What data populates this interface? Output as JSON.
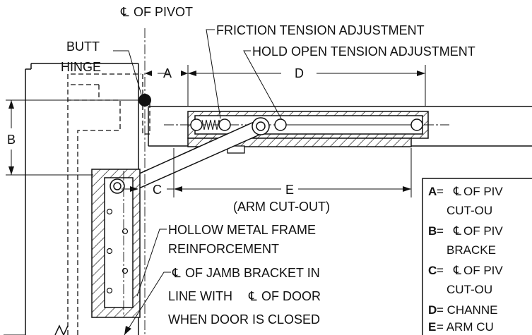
{
  "labels": {
    "pivot_cl": "OF PIVOT",
    "butt_hinge_1": "BUTT",
    "butt_hinge_2": "HINGE",
    "friction": "FRICTION TENSION ADJUSTMENT",
    "hold_open": "HOLD OPEN TENSION ADJUSTMENT",
    "dim_a": "A",
    "dim_b": "B",
    "dim_c": "C",
    "dim_d": "D",
    "dim_e": "E",
    "arm_cutout": "(ARM CUT-OUT)",
    "hollow_1": "HOLLOW METAL FRAME",
    "hollow_2": "REINFORCEMENT",
    "jamb_1": "OF JAMB BRACKET IN",
    "jamb_2": "LINE WITH",
    "jamb_2b": "OF DOOR",
    "jamb_3": "WHEN DOOR IS CLOSED"
  },
  "legend": [
    {
      "key": "A",
      "line1": " = ",
      "sym": "℄",
      "rest": " OF PIV",
      "line2": "CUT-OU"
    },
    {
      "key": "B",
      "line1": " = ",
      "sym": "℄",
      "rest": " OF PIV",
      "line2": "BRACKE"
    },
    {
      "key": "C",
      "line1": " = ",
      "sym": "℄",
      "rest": " OF PIV",
      "line2": "CUT-OU"
    },
    {
      "key": "D",
      "line1": " = CHANNE",
      "sym": "",
      "rest": "",
      "line2": ""
    },
    {
      "key": "E",
      "line1": " = ARM CU",
      "sym": "",
      "rest": "",
      "line2": ""
    }
  ],
  "symbols": {
    "centerline": "℄"
  }
}
